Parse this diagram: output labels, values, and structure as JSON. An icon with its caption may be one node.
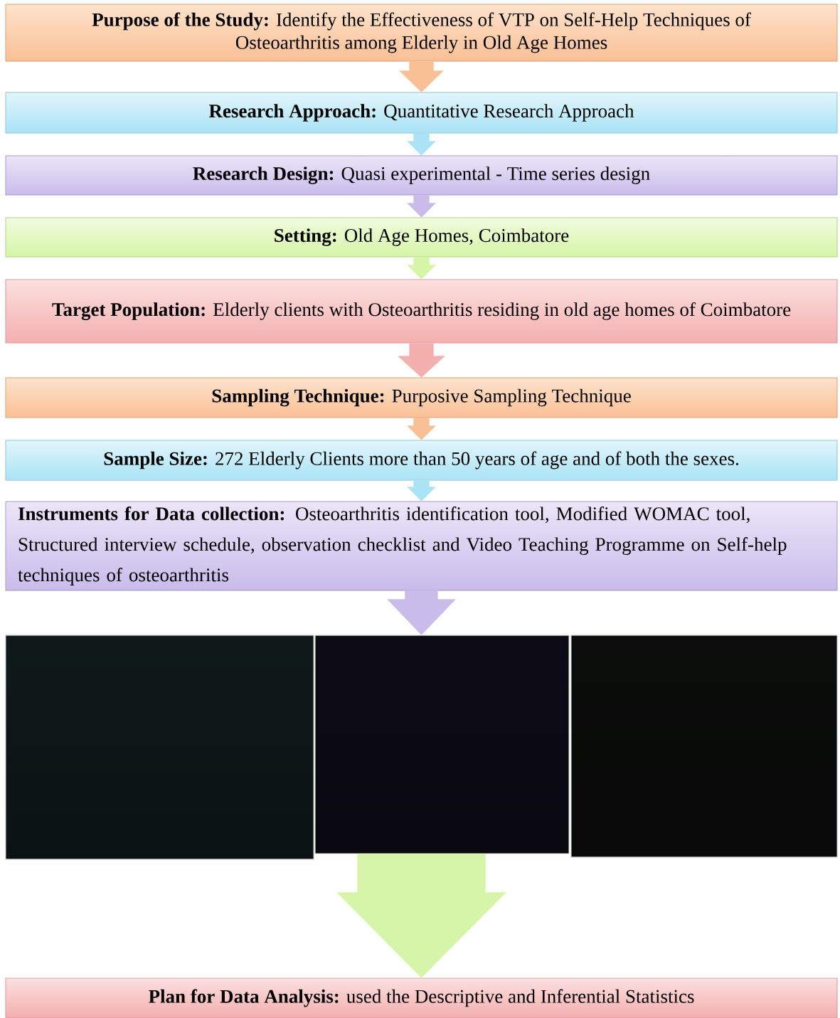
{
  "diagram": {
    "nodes": [
      {
        "text": [
          "**Purpose of the Study:** Identify the Effectiveness of VTP on Self-Help Techniques of Osteoarthritis among Elderly in Old Age Homes"
        ]
      },
      {
        "text": [
          "**Research Approach:** Quantitative Research Approach"
        ]
      },
      {
        "text": [
          "**Research Design:** Quasi experimental - Time series design"
        ]
      },
      {
        "text": [
          "**Setting:** Old Age Homes, Coimbatore"
        ]
      },
      {
        "text": [
          "**Target Population:** Elderly clients with Osteoarthritis residing in old age homes of Coimbatore"
        ]
      },
      {
        "text": [
          "**Sampling Technique:** Purposive Sampling Technique"
        ]
      },
      {
        "text": [
          "**Sample Size:** 272 Elderly Clients more than 50 years of age and of both the sexes."
        ]
      },
      {
        "text": [
          "**Instruments for Data collection:** Osteoarthritis identification tool, Modified WOMAC tool, Structured interview schedule, observation checklist and Video Teaching Programme on Self-help techniques of osteoarthritis"
        ]
      },
      {
        "text": [],
        "shape": "box"
      },
      {
        "text": [],
        "shape": "box"
      },
      {
        "text": [],
        "shape": "box"
      },
      {
        "text": [
          "**Plan for Data Analysis:** used the Descriptive and Inferential Statistics"
        ]
      }
    ],
    "edges": [
      {
        "from": 0,
        "to": 1,
        "arrow": "to",
        "color": "#f9c095"
      },
      {
        "from": 1,
        "to": 2,
        "arrow": "to",
        "color": "#a9e3f5"
      },
      {
        "from": 2,
        "to": 3,
        "arrow": "to",
        "color": "#c9bceb"
      },
      {
        "from": 3,
        "to": 4,
        "arrow": "to",
        "color": "#d6f5a8"
      },
      {
        "from": 4,
        "to": 5,
        "arrow": "to",
        "color": "#f4afaf"
      },
      {
        "from": 5,
        "to": 6,
        "arrow": "to",
        "color": "#f9c095"
      },
      {
        "from": 6,
        "to": 7,
        "arrow": "to",
        "color": "#a9e3f5"
      },
      {
        "from": 7,
        "to": 9,
        "arrow": "to",
        "style": "thick",
        "color": "#c9bceb"
      },
      {
        "from": 9,
        "to": 11,
        "arrow": "to",
        "style": "thick",
        "color": "#d6f5a8"
      }
    ]
  }
}
